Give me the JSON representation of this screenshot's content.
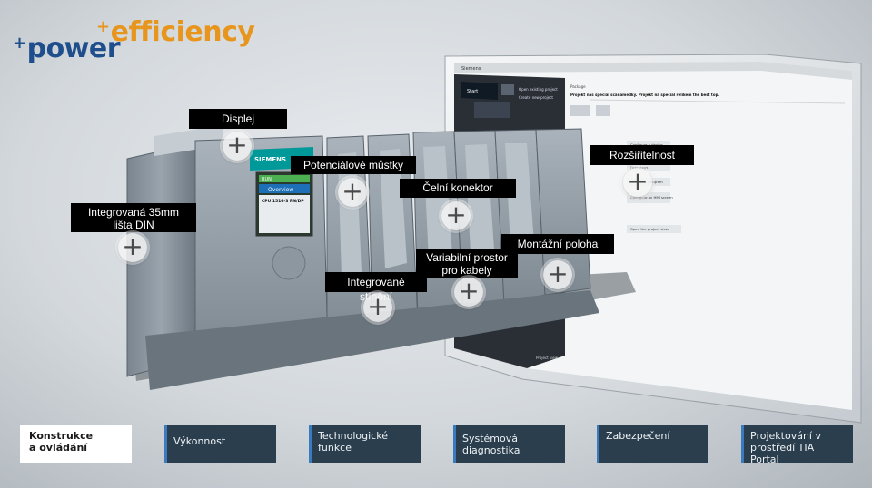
{
  "logo": {
    "power_plus": "+",
    "power": "power",
    "efficiency_plus": "+",
    "efficiency": "efficiency"
  },
  "callouts": {
    "displej": "Displej",
    "potencialove_mustky": "Potenciálové můstky",
    "celni_konektor": "Čelní konektor",
    "rozsiritelnost": "Rozšiřitelnost",
    "din_line1": "Integrovaná 35mm",
    "din_line2": "lišta DIN",
    "montazni_poloha": "Montážní poloha",
    "variabilni_line1": "Variabilní prostor",
    "variabilni_line2": "pro kabely",
    "integrovane_stineni": "Integrované stínění"
  },
  "hotspot_glyph": "+",
  "device": {
    "brand": "SIEMENS",
    "status": "RUN",
    "screen_title": "Overview",
    "cpu": "CPU 1516-3 PN/DP"
  },
  "screen": {
    "app_title": "Siemens",
    "menu_start": "Start",
    "question": "Projekt nas special scanamedky. Projekt na special relikem the best top.",
    "package": "Package",
    "open_existing": "Open existing project",
    "create_new": "Create new project",
    "configure_device": "Configure a device",
    "first_steps": "First steps",
    "write_plc": "Write PLC program",
    "configure_hmi": "Configure an HMI screen",
    "open_view": "Open the project view",
    "project_view": "Project view"
  },
  "nav": [
    {
      "label_line1": "Konstrukce",
      "label_line2": "a ovládání",
      "active": true
    },
    {
      "label_line1": "Výkonnost",
      "label_line2": "",
      "active": false
    },
    {
      "label_line1": "Technologické",
      "label_line2": "funkce",
      "active": false
    },
    {
      "label_line1": "Systémová",
      "label_line2": "diagnostika",
      "active": false
    },
    {
      "label_line1": "Zabezpečení",
      "label_line2": "",
      "active": false
    },
    {
      "label_line1": "Projektování v",
      "label_line2": "prostředí TIA Portal",
      "active": false
    }
  ],
  "colors": {
    "power_blue": "#1f4e8c",
    "efficiency_orange": "#e8951d",
    "nav_dark": "#2b3e4d",
    "nav_accent": "#3a7bbf",
    "callout_bg": "#000000"
  }
}
